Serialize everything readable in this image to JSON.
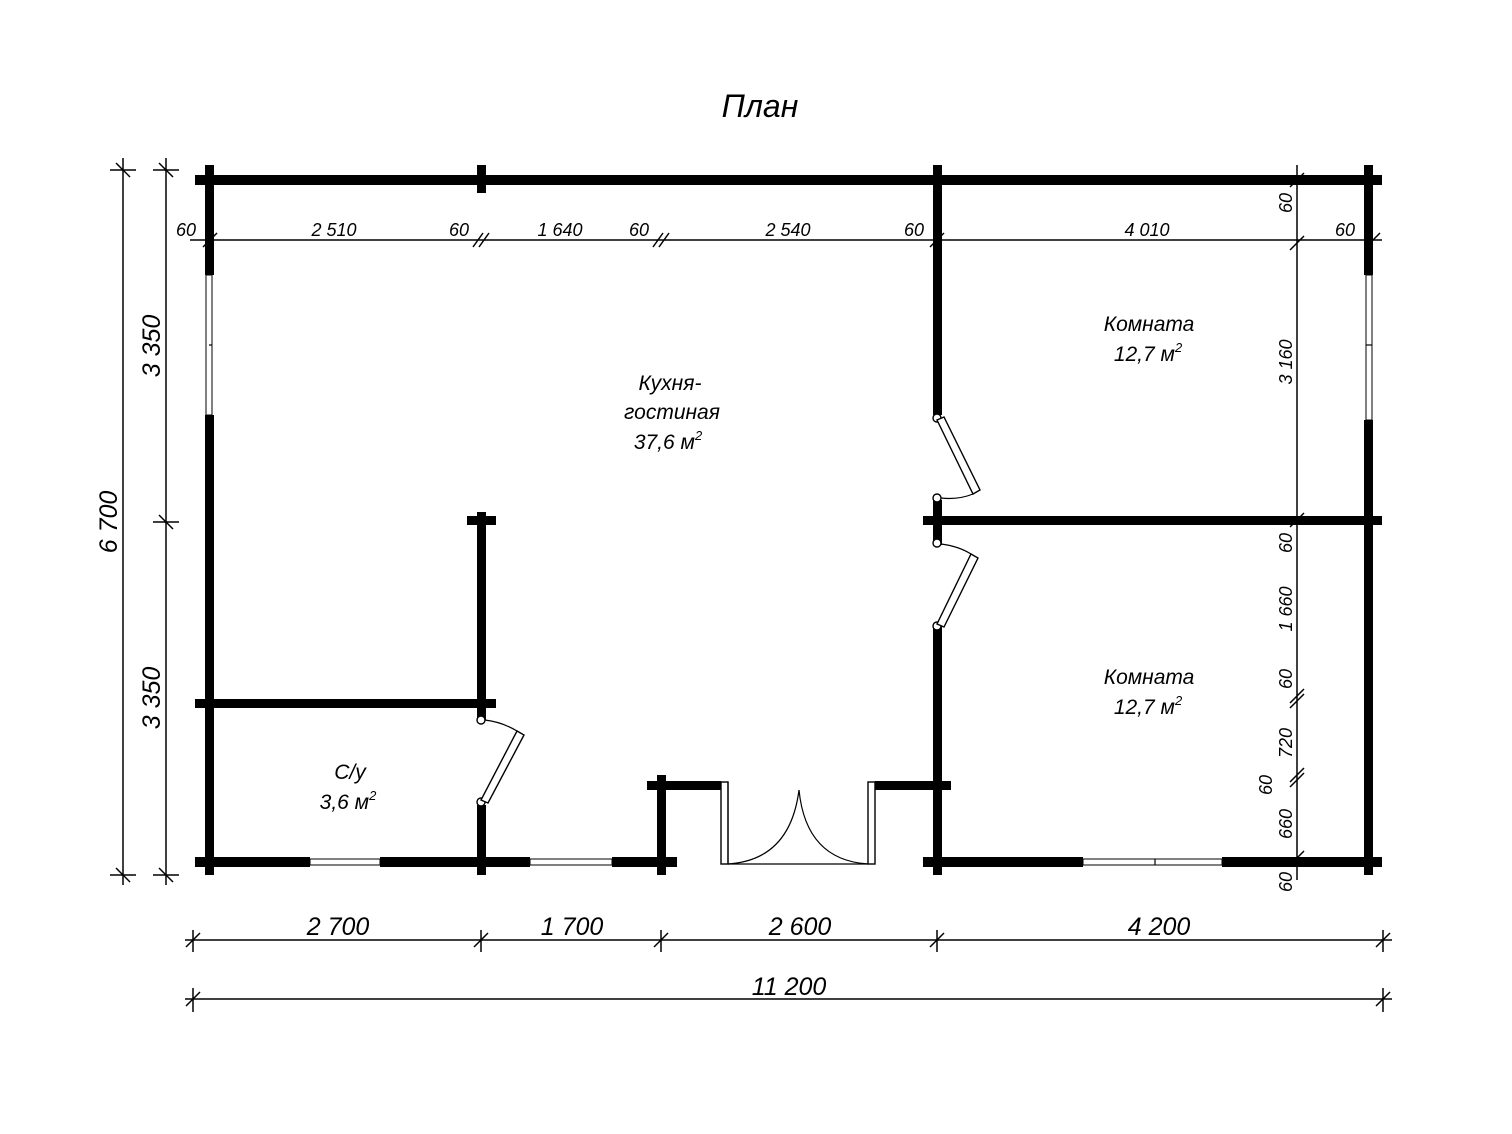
{
  "title": "План",
  "rooms": {
    "kitchen": {
      "name_line1": "Кухня-",
      "name_line2": "гостиная",
      "area": "37,6 м",
      "area_sup": "2"
    },
    "room_top": {
      "name": "Комната",
      "area": "12,7 м",
      "area_sup": "2"
    },
    "room_bottom": {
      "name": "Комната",
      "area": "12,7 м",
      "area_sup": "2"
    },
    "bathroom": {
      "name": "С/у",
      "area": "3,6 м",
      "area_sup": "2"
    }
  },
  "dims": {
    "inner_top": [
      "60",
      "2 510",
      "60",
      "1 640",
      "60",
      "2 540",
      "60",
      "4 010",
      "60"
    ],
    "outer_bottom": [
      "2 700",
      "1 700",
      "2 600",
      "4 200"
    ],
    "total_width": "11 200",
    "left_halves": [
      "3 350",
      "3 350"
    ],
    "total_height": "6 700",
    "right_stack": [
      "60",
      "3 160",
      "60",
      "1 660",
      "60",
      "720",
      "60",
      "660",
      "60"
    ]
  }
}
